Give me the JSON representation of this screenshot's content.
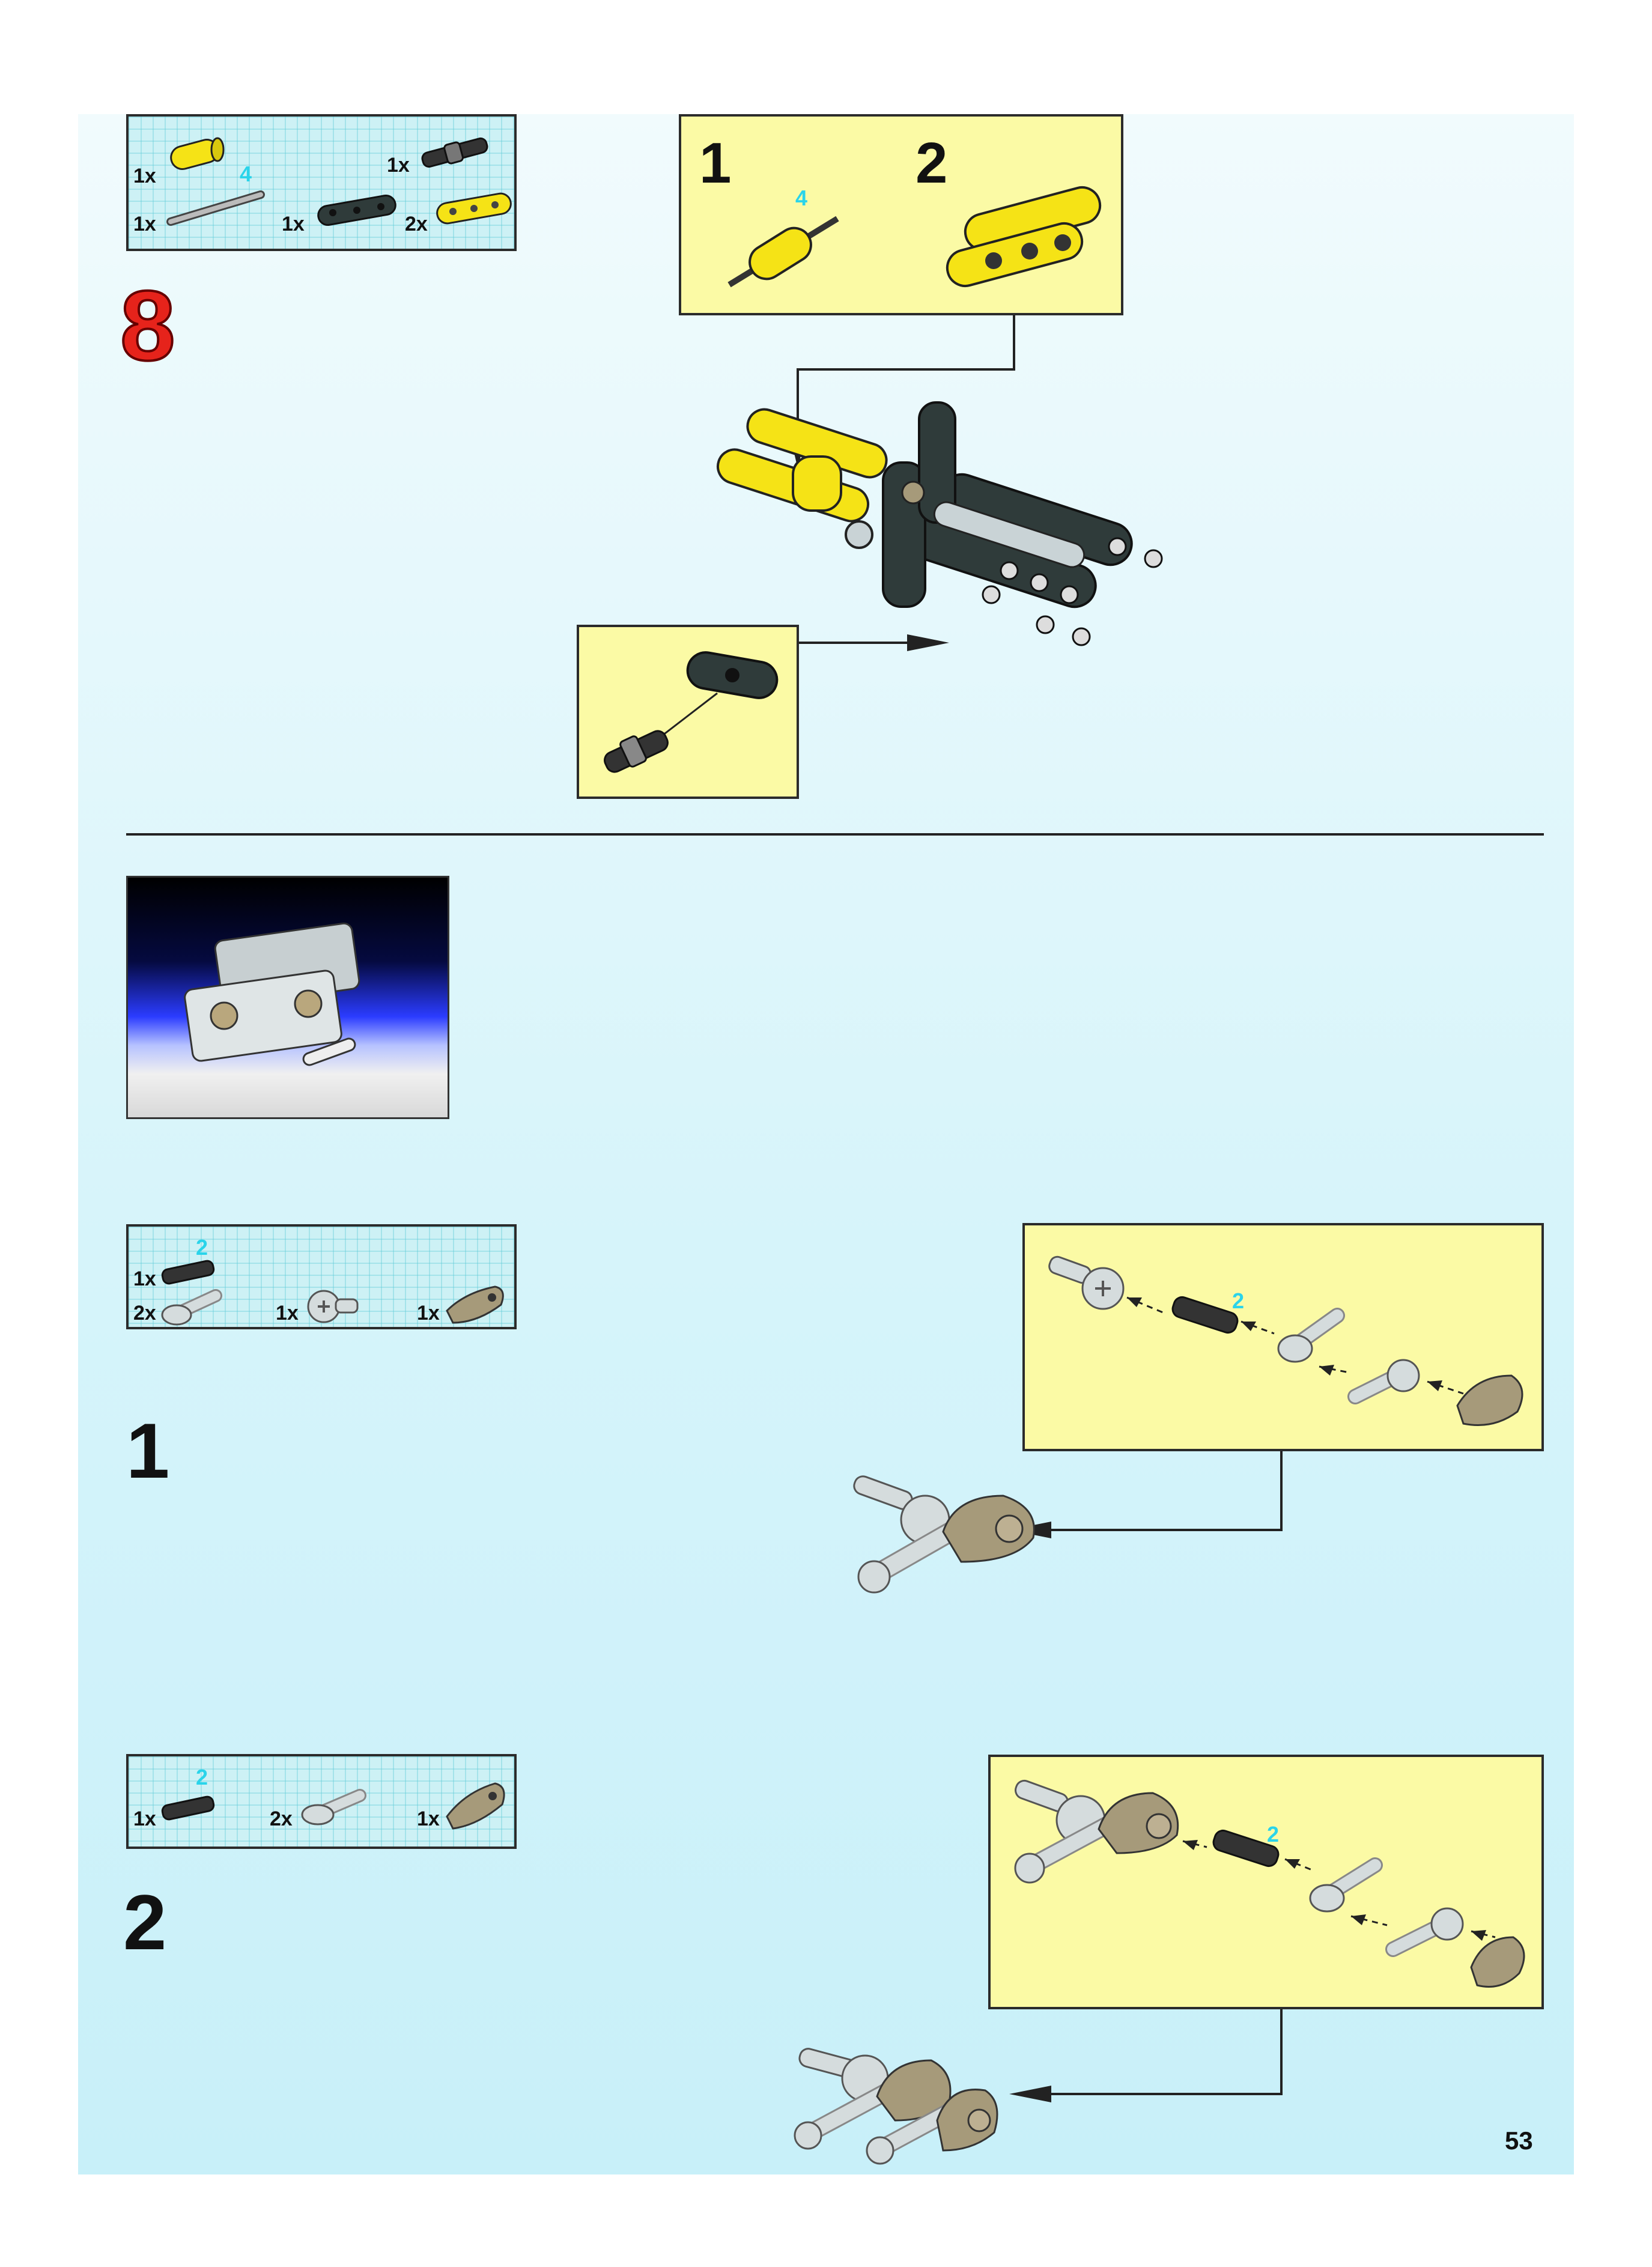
{
  "step8": {
    "number": "8",
    "parts": [
      {
        "qty": "1x",
        "part": "yellow-connector-icon"
      },
      {
        "qty": "1x",
        "part": "axle-4-icon",
        "length": "4"
      },
      {
        "qty": "1x",
        "part": "pin-axle-icon"
      },
      {
        "qty": "1x",
        "part": "dark-liftarm-3-icon"
      },
      {
        "qty": "2x",
        "part": "yellow-liftarm-3-icon"
      }
    ],
    "subassembly": {
      "label1": "1",
      "label2": "2",
      "length": "4"
    }
  },
  "step1": {
    "number": "1",
    "parts": [
      {
        "qty": "1x",
        "part": "axle-2-icon",
        "length": "2"
      },
      {
        "qty": "2x",
        "part": "light-arm-icon"
      },
      {
        "qty": "1x",
        "part": "bush-icon"
      },
      {
        "qty": "1x",
        "part": "tan-liftarm-icon"
      }
    ],
    "callout_length": "2"
  },
  "step2": {
    "number": "2",
    "parts": [
      {
        "qty": "1x",
        "part": "axle-2-icon",
        "length": "2"
      },
      {
        "qty": "2x",
        "part": "light-arm-icon"
      },
      {
        "qty": "1x",
        "part": "tan-liftarm-icon"
      }
    ],
    "callout_length": "2"
  },
  "page_number": "53",
  "colors": {
    "yellow": "#f5e316",
    "dark": "#2f3b3a",
    "tan": "#a69a7a",
    "light": "#c9d3d6",
    "callout": "#fbfaa5",
    "highlight": "#2ad4ea",
    "step8": "#e6231b"
  }
}
